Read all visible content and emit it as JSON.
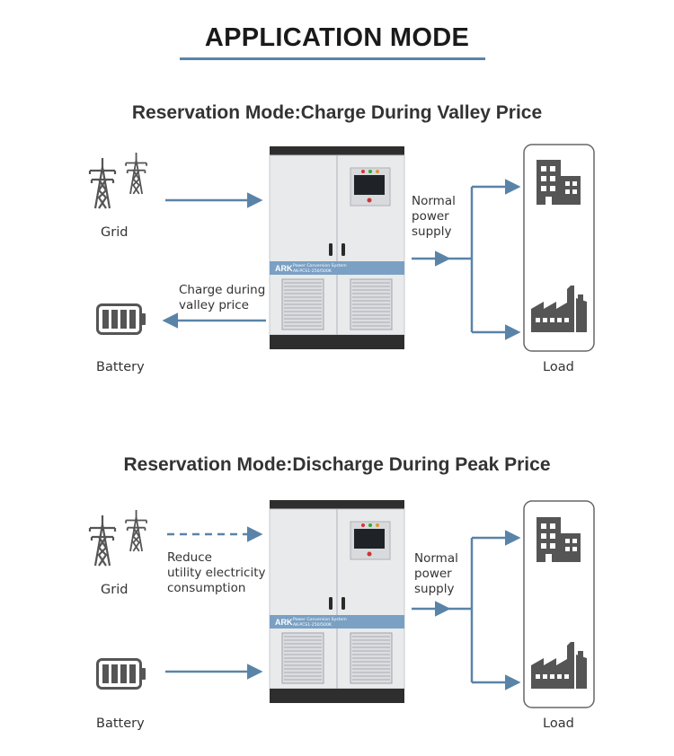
{
  "header": {
    "title": "APPLICATION MODE"
  },
  "sections": [
    {
      "title": "Reservation Mode:Charge During Valley Price",
      "grid_label": "Grid",
      "battery_label": "Battery",
      "load_label": "Load",
      "supply_text": [
        "Normal",
        "power",
        "supply"
      ],
      "battery_flow_text": [
        "Charge during",
        "valley price"
      ]
    },
    {
      "title": "Reservation Mode:Discharge During Peak Price",
      "grid_label": "Grid",
      "battery_label": "Battery",
      "load_label": "Load",
      "supply_text": [
        "Normal",
        "power",
        "supply"
      ],
      "grid_flow_text": [
        "Reduce",
        "utility electricity",
        "consumption"
      ]
    }
  ],
  "cabinet": {
    "brand": "ARK",
    "line1": "Power Conversion System",
    "line2": "AK-PCS1-250/500K"
  },
  "colors": {
    "arrow": "#5a83a8",
    "icon": "#555555",
    "underline": "#5a83a8",
    "stripe": "#7aa0c4"
  }
}
